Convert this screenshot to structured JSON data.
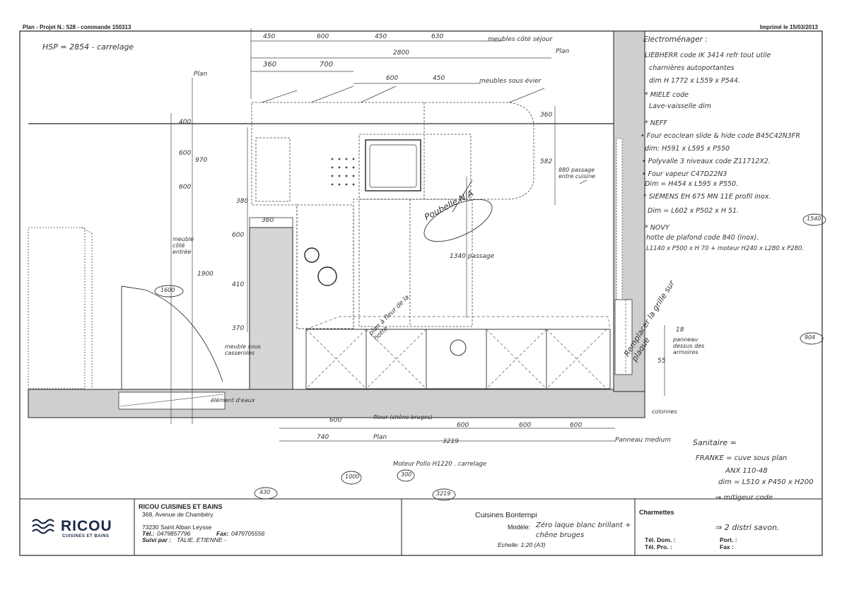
{
  "header": {
    "left": "Plan - Projet N.: 528 - commande 150313",
    "right": "Imprimé le 15/03/2013"
  },
  "notes_left": {
    "hsp": "HSP = 2854 - carrelage"
  },
  "dimensions": {
    "top_row1": [
      "450",
      "600",
      "450",
      "630"
    ],
    "top_row1_note": "meubles côté séjour",
    "top_total": "2800",
    "top_plan": "Plan",
    "top_row2": [
      "360",
      "700"
    ],
    "top_row3": [
      "600",
      "450"
    ],
    "top_row3_note": "meubles sous évier",
    "left_col": [
      "400",
      "600",
      "970",
      "600",
      "600",
      "1900",
      "410",
      "370"
    ],
    "left_plan": "Plan",
    "left_note1": "meuble côté entrée",
    "left_note2": "meuble sous casseroles",
    "inner_360": "360",
    "inner_380": "380",
    "right_360": "360",
    "right_582": "582",
    "right_880": "880 passage entre cuisine",
    "passage_1340": "1340 passage",
    "bottom_row1": [
      "600",
      "600",
      "600",
      "600"
    ],
    "bottom_row1_note": "fileur (chêne bruges)",
    "bottom_740": "740",
    "bottom_plan": "Plan",
    "bottom_total": "3219",
    "bottom_panel": "Panneau medium",
    "moteur": "Moteur Pollo H1220 . carrelage",
    "circle_1000": "1000",
    "circle_300": "300",
    "circle_430": "430",
    "circle_3219": "3219",
    "circle_1600": "1600",
    "circle_1540": "1540",
    "circle_904": "904",
    "elem_deaux": "élément d'eaux",
    "flex_18": "18",
    "right_panneau": "panneau dessus des armoires",
    "colonnes": "colonnes",
    "dim_55": "55"
  },
  "annotations": {
    "poubelle": "Poubelle N/A",
    "plan_bar": "plan à fleur de la hotte",
    "rallonge": "Remplacer la grille sur plaque"
  },
  "electro": {
    "title": "Electroménager :",
    "lines": [
      "LIEBHERR code IK 3414 refr tout utile",
      "charnières autoportantes",
      "dim H 1772 x L559 x P544.",
      "* MIELE code",
      "Lave-vaisselle dim",
      "* NEFF",
      "• Four ecoclean slide & hide code B45C42N3FR",
      "dim: H591 x L595 x P550",
      "• Polyvalle 3 niveaux code Z11712X2.",
      "• Four vapeur C47D22N3",
      "Dim = H454 x L595 x P550.",
      "* SIEMENS EH 675 MN 11E profil inox.",
      "Dim = L602 x P502 x H 51.",
      "* NOVY",
      "hotte de plafond code 840 (inox).",
      "L1140 x P500 x H 70 + moteur H240 x L280 x P280."
    ]
  },
  "sanitaire": {
    "title": "Sanitaire =",
    "lines": [
      "FRANKE = cuve sous plan",
      "ANX 110-48",
      "dim = L510 x P450 x H200",
      "⇒ mitigeur code",
      "⇒ 2 distri savon."
    ]
  },
  "titleblock": {
    "logo": "RICOU",
    "logo_sub": "CUISINES ET BAINS",
    "company": "RICOU CUISINES ET BAINS",
    "address": "368, Avenue de Chambéry",
    "city": "73230  Saint Alban Leysse",
    "tel_label": "Tél.:",
    "tel": "0479857796",
    "fax_label": "Fax:",
    "fax": "0479705556",
    "suivi_label": "Suivi par :",
    "suivi": "TALIE, ETIENNE -",
    "project": "Cuisines Bontempi",
    "modele_label": "Modèle:",
    "modele": "Zéro laque blanc brillant + chêne bruges",
    "echelle": "Echelle: 1:20 (A3)",
    "client": "Charmettes",
    "tel_dom": "Tél. Dom. :",
    "tel_pro": "Tél. Pro. :",
    "port": "Port. :",
    "fax_c": "Fax :"
  },
  "colors": {
    "ink": "#333333",
    "wall": "#cfcfcf",
    "counter": "#d8d8d8"
  }
}
